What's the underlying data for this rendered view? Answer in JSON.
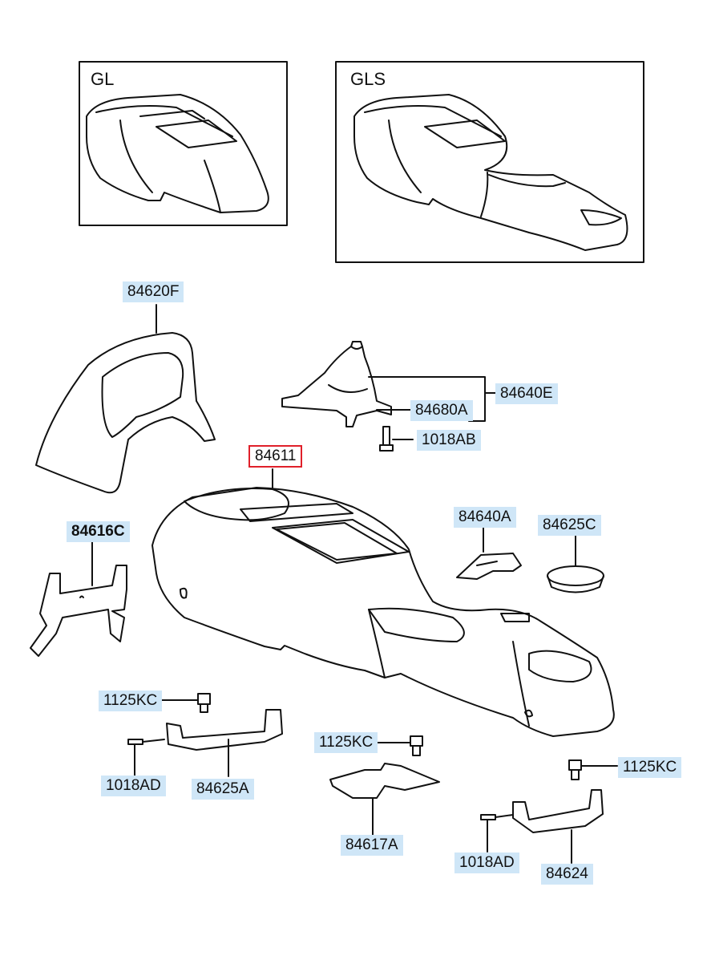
{
  "variants": [
    {
      "id": "gl",
      "label": "GL"
    },
    {
      "id": "gls",
      "label": "GLS"
    }
  ],
  "parts": [
    {
      "id": "84620F",
      "label": "84620F",
      "style": "normal"
    },
    {
      "id": "84640E",
      "label": "84640E",
      "style": "normal"
    },
    {
      "id": "84680A",
      "label": "84680A",
      "style": "normal"
    },
    {
      "id": "1018AB",
      "label": "1018AB",
      "style": "normal"
    },
    {
      "id": "84611",
      "label": "84611",
      "style": "highlight"
    },
    {
      "id": "84616C",
      "label": "84616C",
      "style": "bold"
    },
    {
      "id": "84640A",
      "label": "84640A",
      "style": "normal"
    },
    {
      "id": "84625C",
      "label": "84625C",
      "style": "normal"
    },
    {
      "id": "1125KC-1",
      "label": "1125KC",
      "style": "normal"
    },
    {
      "id": "1018AD-1",
      "label": "1018AD",
      "style": "normal"
    },
    {
      "id": "84625A",
      "label": "84625A",
      "style": "normal"
    },
    {
      "id": "1125KC-2",
      "label": "1125KC",
      "style": "normal"
    },
    {
      "id": "84617A",
      "label": "84617A",
      "style": "normal"
    },
    {
      "id": "1125KC-3",
      "label": "1125KC",
      "style": "normal"
    },
    {
      "id": "1018AD-2",
      "label": "1018AD",
      "style": "normal"
    },
    {
      "id": "84624",
      "label": "84624",
      "style": "normal"
    }
  ],
  "colors": {
    "label_bg": "#cfe6f7",
    "highlight_border": "#e0202a",
    "line": "#111111"
  }
}
